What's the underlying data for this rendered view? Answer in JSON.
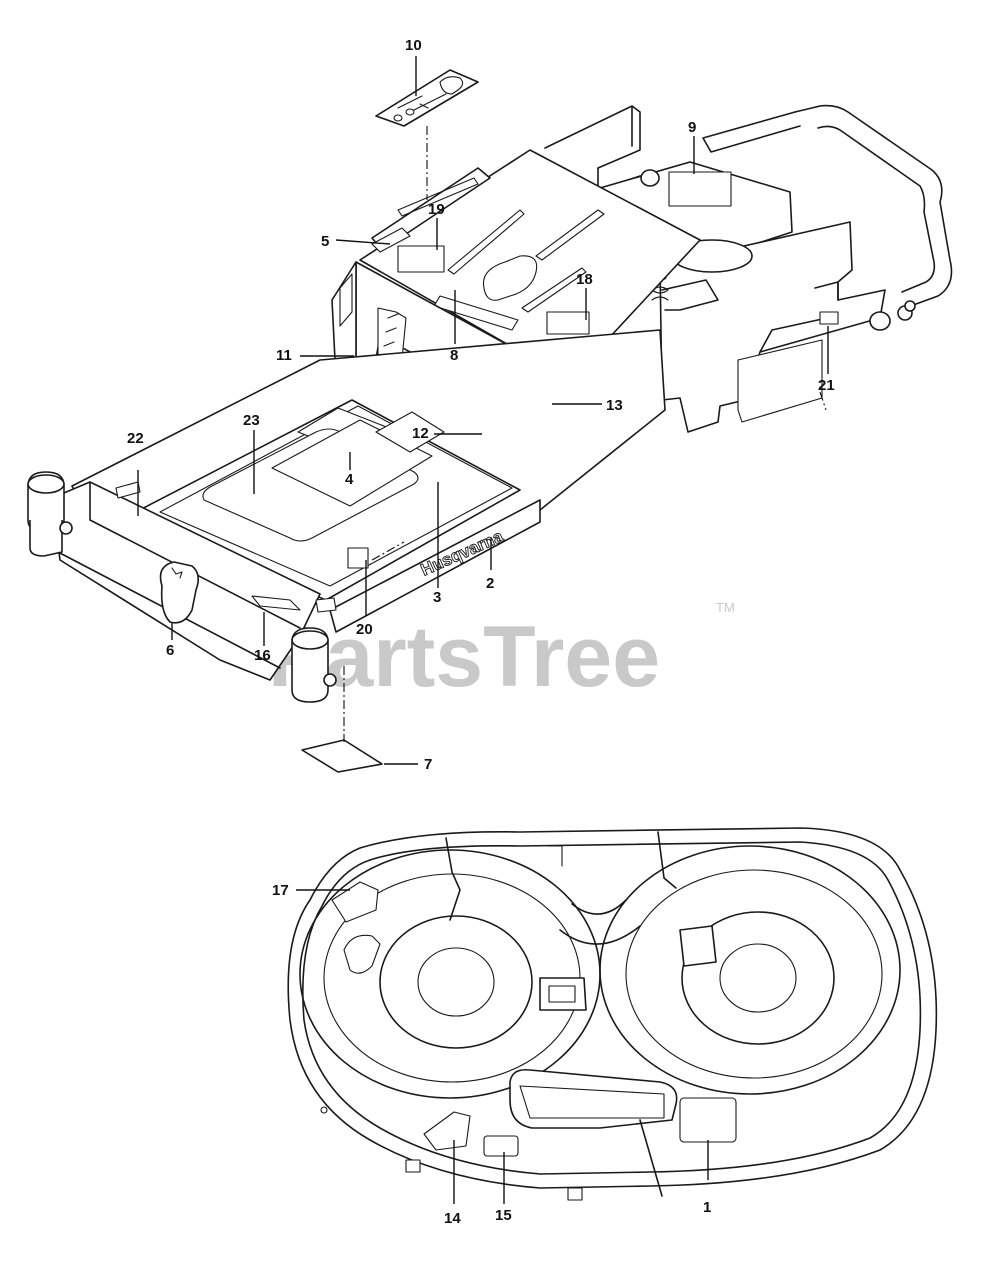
{
  "watermark": {
    "text": "PartsTree",
    "tm": "TM"
  },
  "brand_text": "Husqvarna",
  "callouts": [
    {
      "id": "c1",
      "label": "1"
    },
    {
      "id": "c2",
      "label": "2"
    },
    {
      "id": "c3",
      "label": "3"
    },
    {
      "id": "c4",
      "label": "4"
    },
    {
      "id": "c5",
      "label": "5"
    },
    {
      "id": "c6",
      "label": "6"
    },
    {
      "id": "c7",
      "label": "7"
    },
    {
      "id": "c8",
      "label": "8"
    },
    {
      "id": "c9",
      "label": "9"
    },
    {
      "id": "c10",
      "label": "10"
    },
    {
      "id": "c11",
      "label": "11"
    },
    {
      "id": "c12",
      "label": "12"
    },
    {
      "id": "c13",
      "label": "13"
    },
    {
      "id": "c14",
      "label": "14"
    },
    {
      "id": "c15",
      "label": "15"
    },
    {
      "id": "c16",
      "label": "16"
    },
    {
      "id": "c17",
      "label": "17"
    },
    {
      "id": "c18",
      "label": "18"
    },
    {
      "id": "c19",
      "label": "19"
    },
    {
      "id": "c20",
      "label": "20"
    },
    {
      "id": "c21",
      "label": "21"
    },
    {
      "id": "c22",
      "label": "22"
    },
    {
      "id": "c23",
      "label": "23"
    }
  ]
}
